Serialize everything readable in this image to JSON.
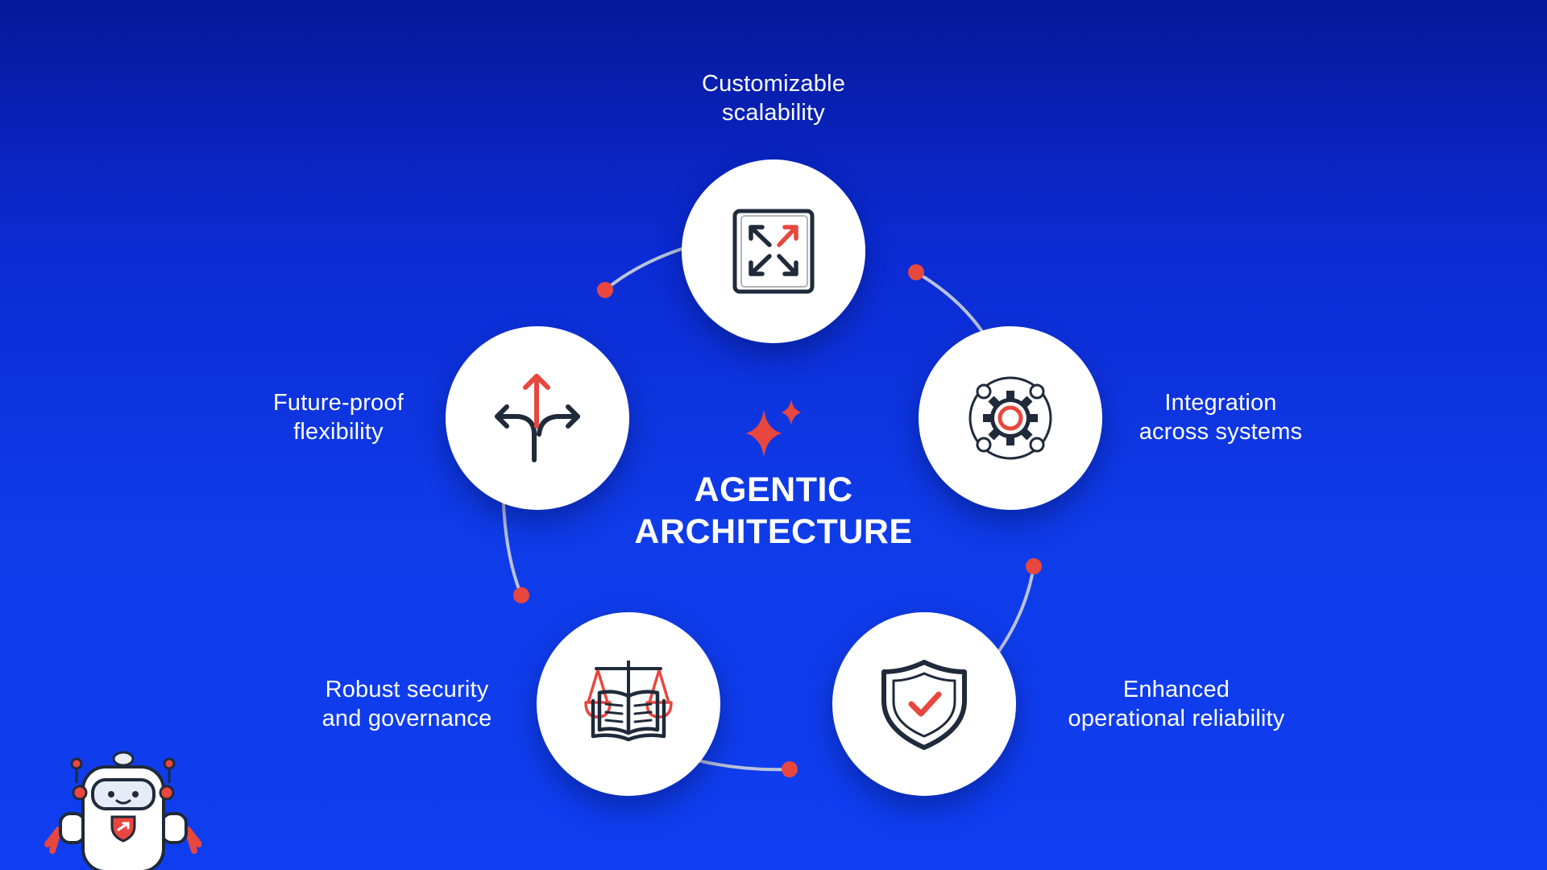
{
  "diagram": {
    "title": "AGENTIC\nARCHITECTURE",
    "nodes": [
      {
        "id": "scalability",
        "label": "Customizable\nscalability",
        "icon": "expand-arrows-icon"
      },
      {
        "id": "integration",
        "label": "Integration\nacross systems",
        "icon": "gear-network-icon"
      },
      {
        "id": "reliability",
        "label": "Enhanced\noperational reliability",
        "icon": "shield-check-icon"
      },
      {
        "id": "security",
        "label": "Robust security\nand governance",
        "icon": "scales-book-icon"
      },
      {
        "id": "flexibility",
        "label": "Future-proof\nflexibility",
        "icon": "split-arrows-icon"
      }
    ]
  },
  "colors": {
    "accent": "#e8473f",
    "icon_dark": "#1f2a3a",
    "connector": "#b9c3dc",
    "node_fill": "#ffffff",
    "text": "#ffffff"
  },
  "decor": {
    "center_icon": "sparkle-icon",
    "mascot": "robot-mascot-icon"
  }
}
